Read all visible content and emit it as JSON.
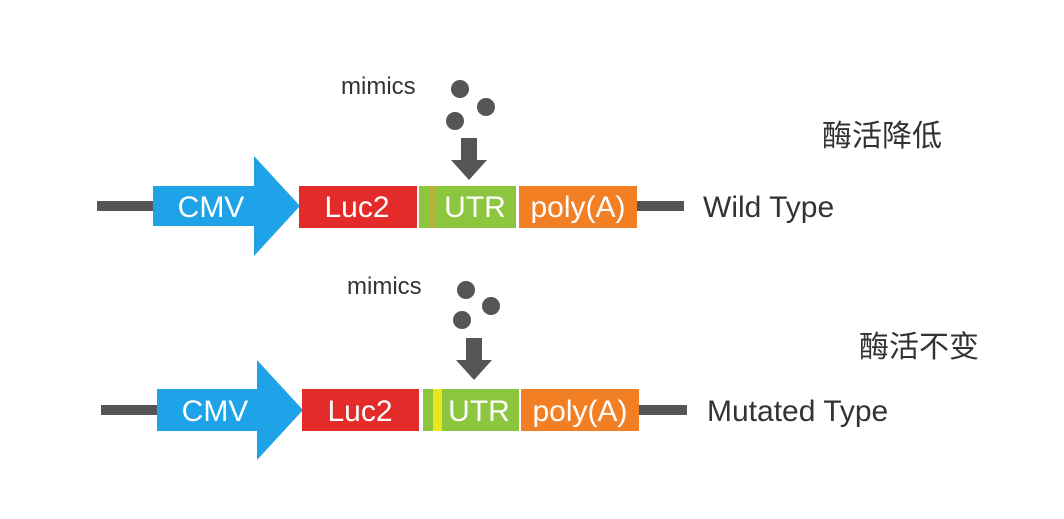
{
  "colors": {
    "cmv": "#1ea3e8",
    "luc2": "#e32c2a",
    "utr": "#8cc63f",
    "poly": "#f37f24",
    "line": "#555555",
    "mutation_mark": "#e7e91d",
    "utr_stripe": "#b8b23a"
  },
  "constructs": [
    {
      "label": "Wild Type",
      "effect": "酶活降低",
      "mimics_label": "mimics",
      "mutated": false,
      "segments": {
        "cmv": "CMV",
        "luc2": "Luc2",
        "utr": "UTR",
        "poly": "poly(A)"
      }
    },
    {
      "label": "Mutated Type",
      "effect": "酶活不变",
      "mimics_label": "mimics",
      "mutated": true,
      "segments": {
        "cmv": "CMV",
        "luc2": "Luc2",
        "utr": "UTR",
        "poly": "poly(A)"
      }
    }
  ]
}
